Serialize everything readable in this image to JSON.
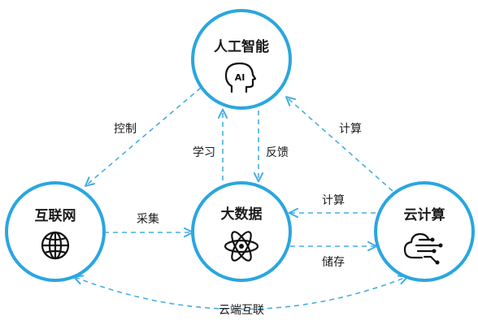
{
  "nodes": {
    "ai": {
      "title": "人工智能",
      "icon_text": "AI",
      "icon": "ai-head-icon"
    },
    "internet": {
      "title": "互联网",
      "icon": "globe-icon"
    },
    "bigdata": {
      "title": "大数据",
      "icon": "atom-icon"
    },
    "cloud": {
      "title": "云计算",
      "icon": "cloud-network-icon"
    }
  },
  "edges": {
    "ai_internet": "控制",
    "bigdata_ai": "学习",
    "ai_bigdata": "反馈",
    "cloud_ai": "计算",
    "internet_bigdata": "采集",
    "cloud_bigdata": "计算",
    "bigdata_cloud": "储存",
    "internet_cloud": "云端互联"
  },
  "colors": {
    "accent": "#2aa6df",
    "edge": "#46aee3",
    "text": "#1a1a1a"
  }
}
